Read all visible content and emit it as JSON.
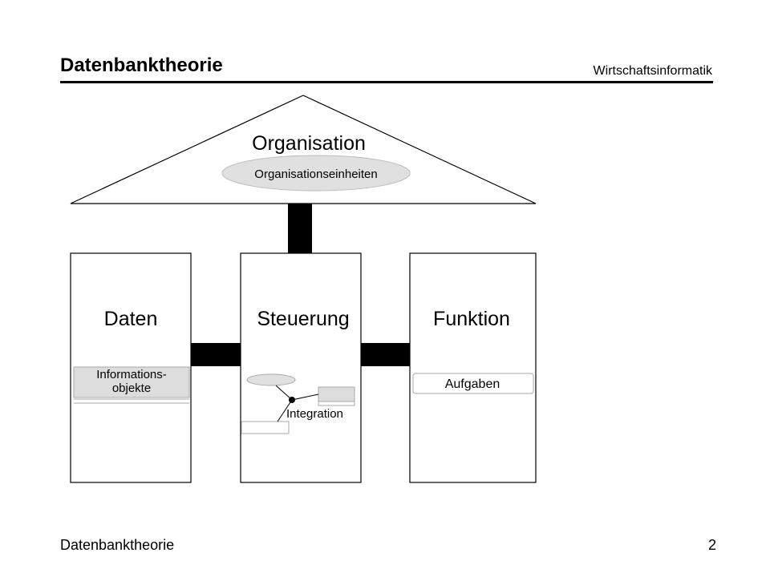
{
  "header": {
    "title": "Datenbanktheorie",
    "subject": "Wirtschaftsinformatik"
  },
  "diagram": {
    "roof": {
      "title": "Organisation",
      "element": "Organisationseinheiten"
    },
    "columns": [
      {
        "title": "Daten",
        "element": "Informations-\nobjekte"
      },
      {
        "title": "Steuerung",
        "element": "Integration"
      },
      {
        "title": "Funktion",
        "element": "Aufgaben"
      }
    ]
  },
  "footer": {
    "left": "Datenbanktheorie",
    "page": "2"
  },
  "colors": {
    "line": "#000000",
    "element_fill": "#dddddd",
    "ellipse_fill": "#e0e0e0"
  }
}
